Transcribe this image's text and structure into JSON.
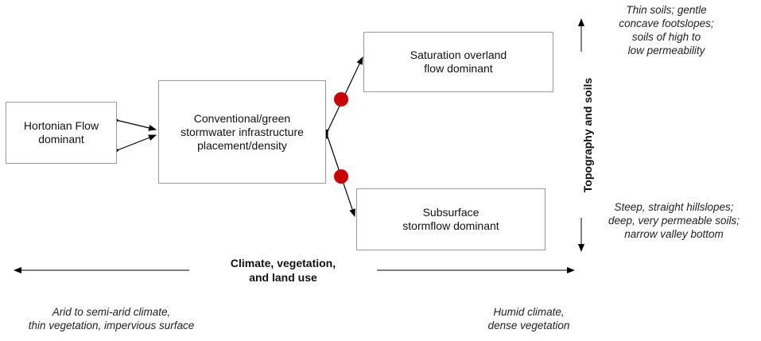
{
  "boxes": {
    "hortonian": "Hortonian Flow\ndominant",
    "infrastructure": "Conventional/green\nstormwater infrastructure\nplacement/density",
    "saturation": "Saturation overland\nflow dominant",
    "subsurface": "Subsurface\nstormflow dominant"
  },
  "axes": {
    "horizontal_label": "Climate, vegetation,\nand land use",
    "vertical_label": "Topography and soils"
  },
  "notes": {
    "top_right": "Thin soils; gentle\nconcave footslopes;\nsoils of high to\nlow permeability",
    "bottom_right": "Steep, straight hillslopes;\ndeep, very permeable soils;\nnarrow valley bottom",
    "bottom_left": "Arid to semi-arid climate,\nthin vegetation, impervious surface",
    "bottom_middle": "Humid climate,\ndense vegetation"
  },
  "colors": {
    "junction_dot": "#cc0000",
    "line": "#000000"
  }
}
